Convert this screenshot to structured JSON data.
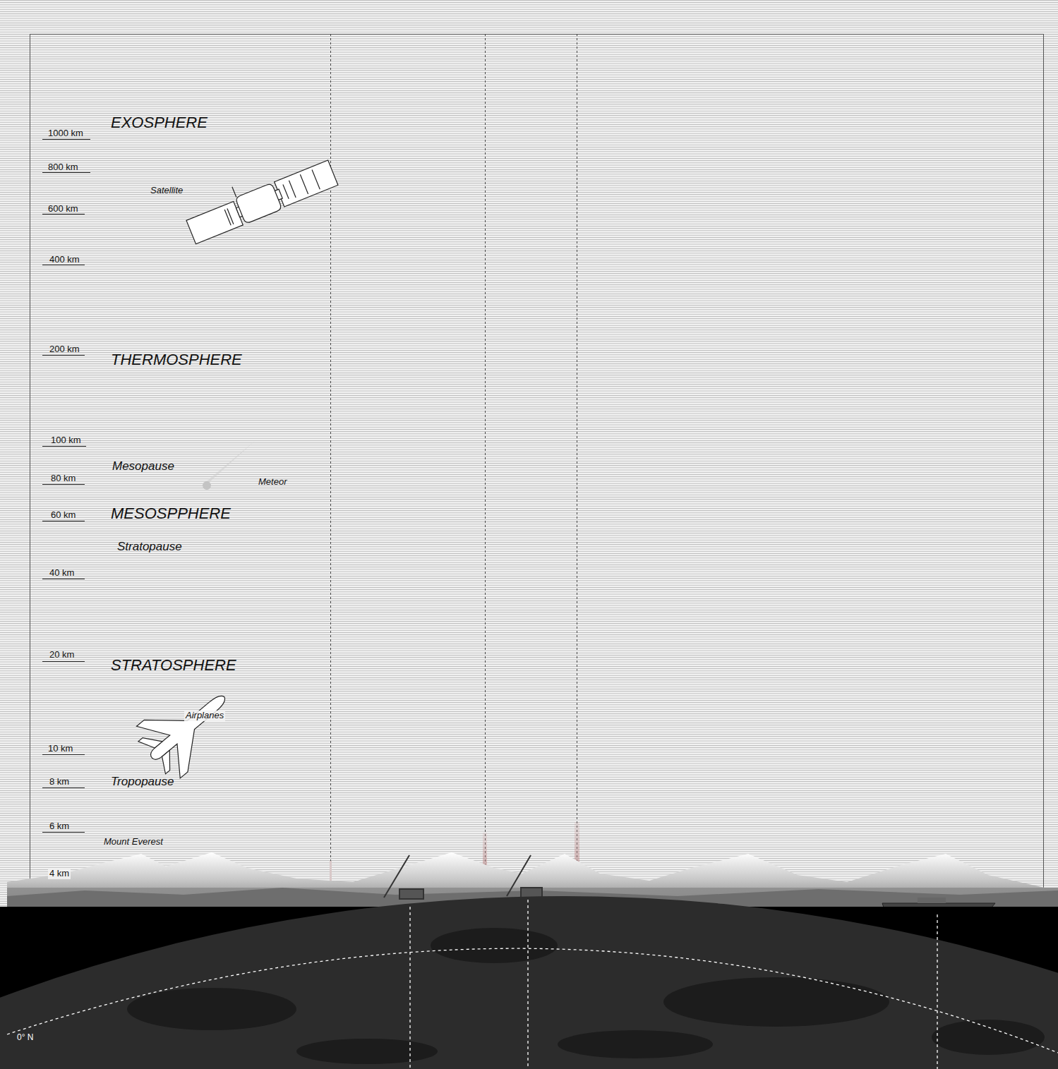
{
  "diagram": {
    "labels": [
      "EXOSPHERE",
      "1000 km",
      "800 km",
      "Satellite",
      "600 km",
      "400 km",
      "200 km",
      "THERMOSPHERE",
      "100 km",
      "Mesopause",
      "80 km",
      "Meteor",
      "60 km",
      "MESOSPPHERE",
      "Stratopause",
      "40 km",
      "20 km",
      "STRATOSPHERE",
      "Airplanes",
      "10 km",
      "8 km",
      "Tropopause",
      "6 km",
      "Mount Everest",
      "4 km",
      "0° N"
    ]
  }
}
